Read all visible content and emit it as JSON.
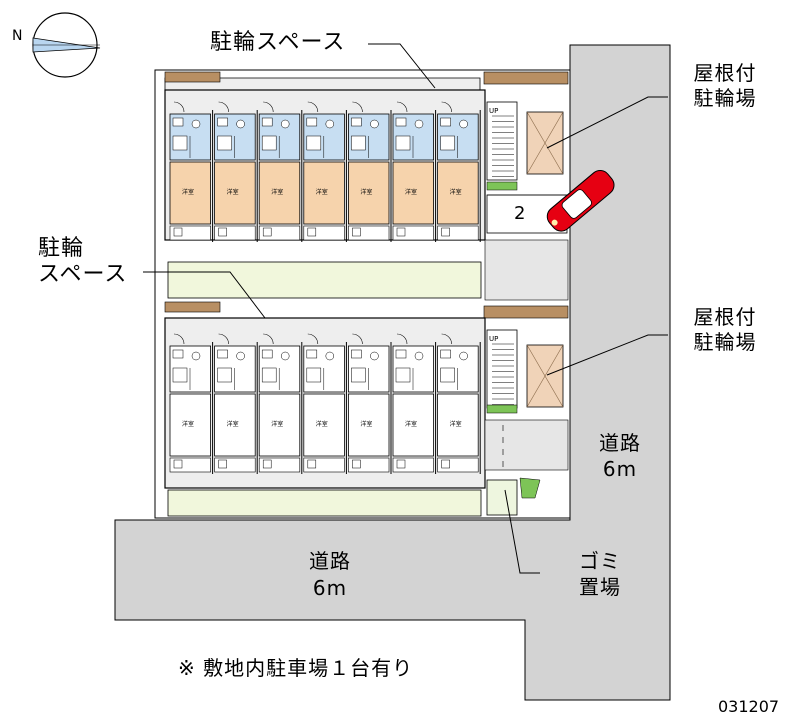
{
  "labels": {
    "bike_space_top": "駐輪スペース",
    "bike_space_left_1": "駐輪",
    "bike_space_left_2": "スペース",
    "roof_bike_1_line1": "屋根付",
    "roof_bike_1_line2": "駐輪場",
    "roof_bike_2_line1": "屋根付",
    "roof_bike_2_line2": "駐輪場",
    "parking_number": "2",
    "road_east_name": "道路",
    "road_east_width": "6m",
    "road_south_name": "道路",
    "road_south_width": "6m",
    "garbage_line1": "ゴミ",
    "garbage_line2": "置場",
    "note": "※ 敷地内駐車場１台有り",
    "code": "031207",
    "compass_letter": "N",
    "stair_label": "UP"
  },
  "units": {
    "top_row_count": 7,
    "bottom_row_count": 7,
    "room_label": "洋室"
  },
  "colors": {
    "road": "#d3d3d3",
    "outline": "#000000",
    "corridor": "#eeeeee",
    "bath_blue": "#c7def2",
    "room_orange": "#f6d3ac",
    "room_white": "#ffffff",
    "bike_space": "#f1f7dc",
    "roof_bike": "#f0d3b8",
    "brick": "#b88f63",
    "car": "#e60012",
    "green": "#7dc457",
    "garbage": "#eef6df"
  }
}
